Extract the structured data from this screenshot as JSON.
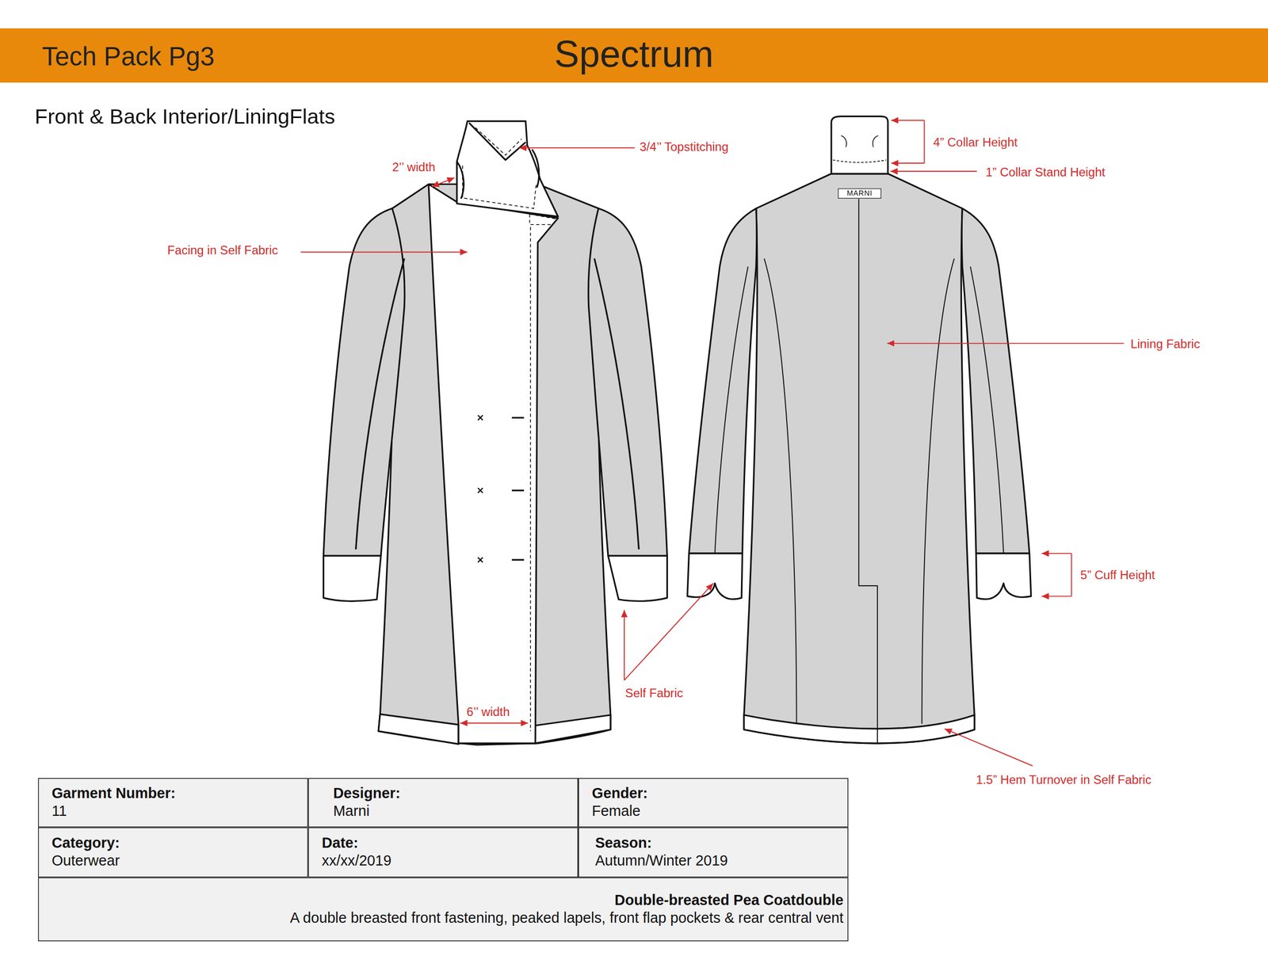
{
  "diagram": {
    "title": "Front & Back Interior/LiningFlats",
    "nodes": [
      {
        "text": [
          "Tech Pack Pg3",
          "Spectrum"
        ]
      },
      {
        "text": [
          "Garment Number:",
          "11"
        ]
      },
      {
        "text": [
          "Designer:",
          "Marni"
        ]
      },
      {
        "text": [
          "Gender:",
          "Female"
        ]
      },
      {
        "text": [
          "Category:",
          "Outerwear"
        ]
      },
      {
        "text": [
          "Date:",
          "xx/xx/2019"
        ]
      },
      {
        "text": [
          "Season:",
          "Autumn/Winter 2019"
        ]
      },
      {
        "text": [
          "Double-breasted Pea Coatdouble",
          "A double breasted front fastening, peaked lapels, front flap pockets & rear central vent"
        ]
      },
      {
        "text": [
          "MARNI"
        ]
      }
    ],
    "labels": [
      "3/4’’ Topstitching",
      "2’’ width",
      "4” Collar Height",
      "1” Collar Stand Height",
      "Facing in Self Fabric",
      "Lining Fabric",
      "5” Cuff Height",
      "Self Fabric",
      "6’’ width",
      "1.5” Hem Turnover in Self Fabric"
    ]
  }
}
